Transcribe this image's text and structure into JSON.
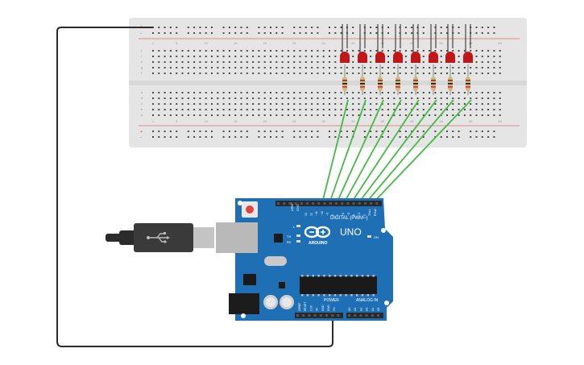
{
  "breadboard": {
    "column_numbers": [
      "1",
      "5",
      "10",
      "15",
      "20",
      "25",
      "30",
      "35",
      "40",
      "45",
      "50",
      "55",
      "60"
    ],
    "row_letters_top": [
      "j",
      "i",
      "h",
      "g",
      "f"
    ],
    "row_letters_bottom": [
      "e",
      "d",
      "c",
      "b",
      "a"
    ],
    "rail_plus": "+",
    "rail_minus": "-",
    "colors": {
      "body": "#e5e5e5",
      "hole": "#4a4a4a",
      "rail_red": "#d33",
      "rail_blue": "#33d"
    }
  },
  "leds": {
    "count": 8,
    "color": "#c01818",
    "lead_color": "#444444"
  },
  "resistors": {
    "count": 8,
    "body_color": "#d9b37a"
  },
  "wires": {
    "signal_color": "#44b944",
    "ground_color": "#2b2b2b"
  },
  "arduino": {
    "model": "UNO",
    "brand": "ARDUINO",
    "digital_label": "DIGITAL (PWM~)",
    "power_label": "POWER",
    "analog_label": "ANALOG IN",
    "on_label": "ON",
    "l_label": "L",
    "tx_label": "TX",
    "rx_label": "RX",
    "aref_label": "AREF",
    "gnd_label": "GND",
    "digital_pins": [
      "13",
      "12",
      "~11",
      "~10",
      "~9",
      "8",
      "7",
      "~6",
      "~5",
      "4",
      "~3",
      "2",
      "TX▸1",
      "RX◂0"
    ],
    "power_pins": [
      "IOREF",
      "RESET",
      "3.3V",
      "5V",
      "GND",
      "GND",
      "Vin"
    ],
    "analog_pins": [
      "A0",
      "A1",
      "A2",
      "A3",
      "A4",
      "A5"
    ],
    "colors": {
      "board": "#1f6fb5",
      "header": "#2a2a2a",
      "text": "#ffffff"
    }
  },
  "usb": {
    "icon": "usb-icon",
    "color": "#2b2b2b"
  }
}
